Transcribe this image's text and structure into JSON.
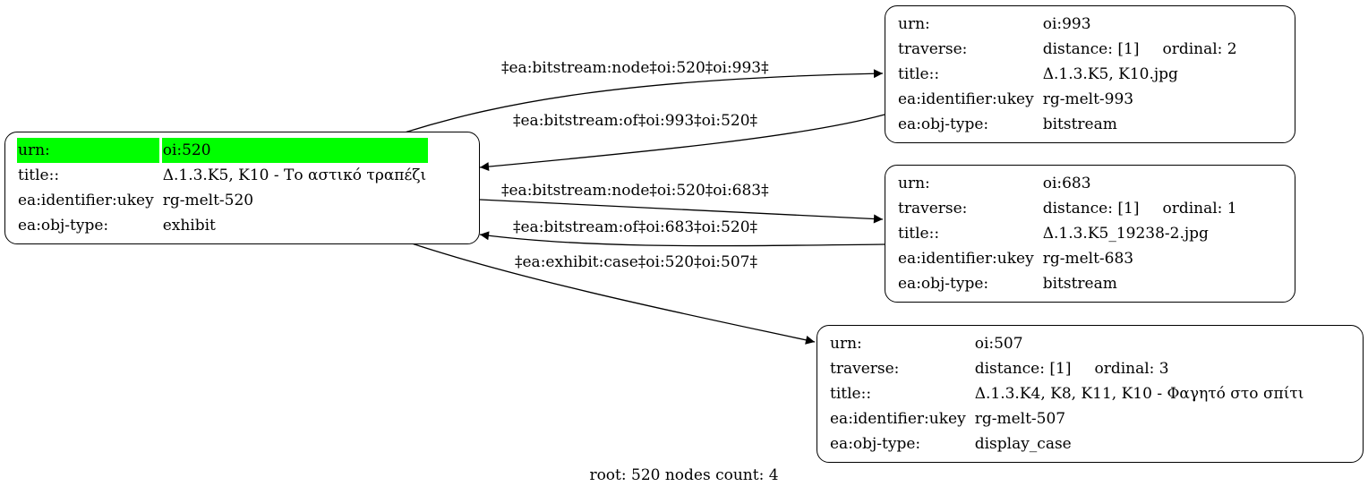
{
  "nodes": {
    "n520": {
      "rows": [
        {
          "key": "urn:",
          "value": "oi:520"
        },
        {
          "key": "title::",
          "value": "Δ.1.3.Κ5, Κ10 - Το αστικό τραπέζι"
        },
        {
          "key": "ea:identifier:ukey",
          "value": "rg-melt-520"
        },
        {
          "key": "ea:obj-type:",
          "value": "exhibit"
        }
      ],
      "highlight_color": "#00ff00"
    },
    "n993": {
      "urn": {
        "key": "urn:",
        "value": "oi:993"
      },
      "traverse": {
        "key": "traverse:",
        "distance": "distance: [1]",
        "ordinal": "ordinal: 2"
      },
      "title": {
        "key": "title::",
        "value": "Δ.1.3.Κ5, Κ10.jpg"
      },
      "ukey": {
        "key": "ea:identifier:ukey",
        "value": "rg-melt-993"
      },
      "type": {
        "key": "ea:obj-type:",
        "value": "bitstream"
      }
    },
    "n683": {
      "urn": {
        "key": "urn:",
        "value": "oi:683"
      },
      "traverse": {
        "key": "traverse:",
        "distance": "distance: [1]",
        "ordinal": "ordinal: 1"
      },
      "title": {
        "key": "title::",
        "value": "Δ.1.3.Κ5_19238-2.jpg"
      },
      "ukey": {
        "key": "ea:identifier:ukey",
        "value": "rg-melt-683"
      },
      "type": {
        "key": "ea:obj-type:",
        "value": "bitstream"
      }
    },
    "n507": {
      "urn": {
        "key": "urn:",
        "value": "oi:507"
      },
      "traverse": {
        "key": "traverse:",
        "distance": "distance: [1]",
        "ordinal": "ordinal: 3"
      },
      "title": {
        "key": "title::",
        "value": "Δ.1.3.Κ4, Κ8, Κ11, Κ10 - Φαγητό στο σπίτι"
      },
      "ukey": {
        "key": "ea:identifier:ukey",
        "value": "rg-melt-507"
      },
      "type": {
        "key": "ea:obj-type:",
        "value": "display_case"
      }
    }
  },
  "edges": {
    "e520_993": {
      "from": "oi:520",
      "to": "oi:993",
      "label": "‡ea:bitstream:node‡oi:520‡oi:993‡"
    },
    "e993_520": {
      "from": "oi:993",
      "to": "oi:520",
      "label": "‡ea:bitstream:of‡oi:993‡oi:520‡"
    },
    "e520_683": {
      "from": "oi:520",
      "to": "oi:683",
      "label": "‡ea:bitstream:node‡oi:520‡oi:683‡"
    },
    "e683_520": {
      "from": "oi:683",
      "to": "oi:520",
      "label": "‡ea:bitstream:of‡oi:683‡oi:520‡"
    },
    "e520_507": {
      "from": "oi:520",
      "to": "oi:507",
      "label": "‡ea:exhibit:case‡oi:520‡oi:507‡"
    }
  },
  "footer": "root: 520 nodes count: 4"
}
